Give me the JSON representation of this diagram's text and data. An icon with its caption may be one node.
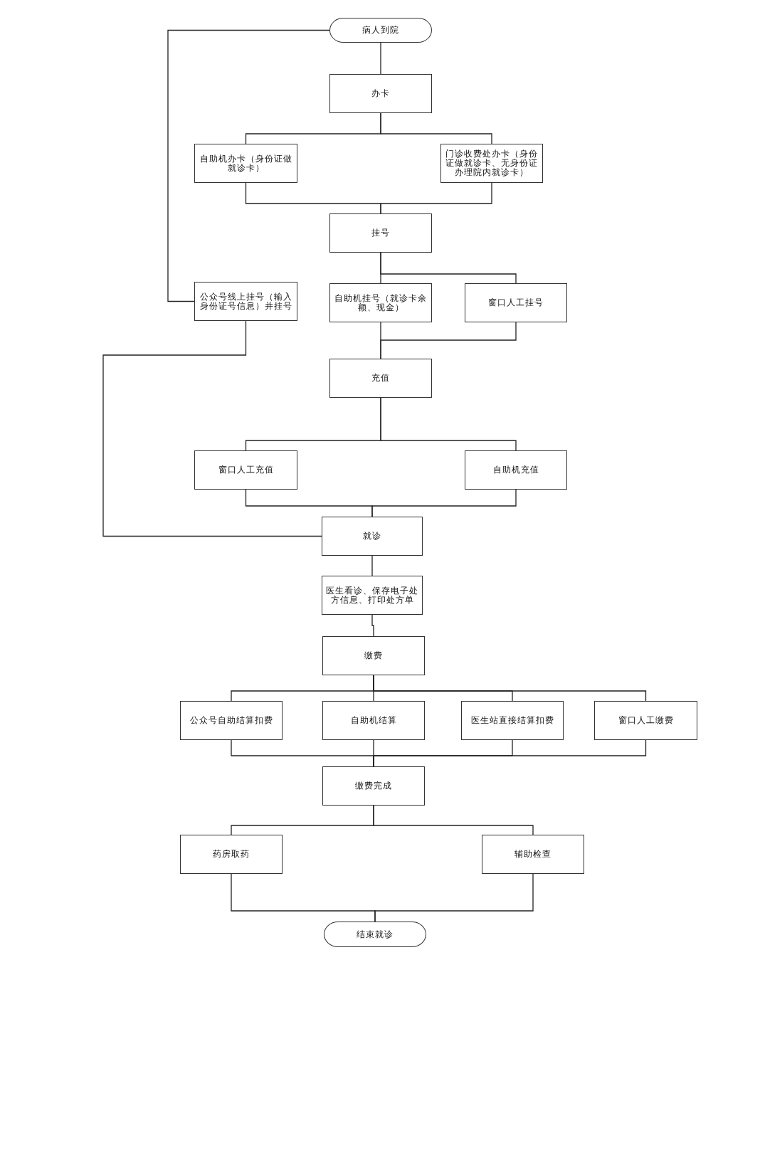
{
  "diagram": {
    "nodes": [
      {
        "text": [
          "病人到院"
        ]
      },
      {
        "text": [
          "办卡"
        ]
      },
      {
        "text": [
          "自助机办卡（身份证做就诊卡）"
        ]
      },
      {
        "text": [
          "门诊收费处办卡（身份证做就诊卡、无身份证办理院内就诊卡）"
        ]
      },
      {
        "text": [
          "挂号"
        ]
      },
      {
        "text": [
          "公众号线上挂号（输入身份证号信息）并挂号"
        ]
      },
      {
        "text": [
          "自助机挂号（就诊卡余额、现金）"
        ]
      },
      {
        "text": [
          "窗口人工挂号"
        ]
      },
      {
        "text": [
          "充值"
        ]
      },
      {
        "text": [
          "窗口人工充值"
        ]
      },
      {
        "text": [
          "自助机充值"
        ]
      },
      {
        "text": [
          "就诊"
        ]
      },
      {
        "text": [
          "医生看诊、保存电子处方信息、打印处方单"
        ]
      },
      {
        "text": [
          "缴费"
        ]
      },
      {
        "text": [
          "公众号自助结算扣费"
        ]
      },
      {
        "text": [
          "自助机结算"
        ]
      },
      {
        "text": [
          "医生站直接结算扣费"
        ]
      },
      {
        "text": [
          "窗口人工缴费"
        ]
      },
      {
        "text": [
          "缴费完成"
        ]
      },
      {
        "text": [
          "药房取药"
        ]
      },
      {
        "text": [
          "辅助检查"
        ]
      },
      {
        "text": [
          "结束就诊"
        ]
      }
    ],
    "edges": [
      {
        "from": 0,
        "to": 1,
        "arrow": "none"
      },
      {
        "from": 1,
        "to": 2,
        "arrow": "none"
      },
      {
        "from": 1,
        "to": 3,
        "arrow": "none"
      },
      {
        "from": 2,
        "to": 4,
        "arrow": "none"
      },
      {
        "from": 3,
        "to": 4,
        "arrow": "none"
      },
      {
        "from": 0,
        "to": 5,
        "arrow": "none"
      },
      {
        "from": 4,
        "to": 6,
        "arrow": "none"
      },
      {
        "from": 4,
        "to": 7,
        "arrow": "none"
      },
      {
        "from": 6,
        "to": 8,
        "arrow": "none"
      },
      {
        "from": 7,
        "to": 8,
        "arrow": "none"
      },
      {
        "from": 5,
        "to": 11,
        "arrow": "none"
      },
      {
        "from": 8,
        "to": 9,
        "arrow": "none"
      },
      {
        "from": 8,
        "to": 10,
        "arrow": "none"
      },
      {
        "from": 9,
        "to": 11,
        "arrow": "none"
      },
      {
        "from": 10,
        "to": 11,
        "arrow": "none"
      },
      {
        "from": 11,
        "to": 12,
        "arrow": "none"
      },
      {
        "from": 12,
        "to": 13,
        "arrow": "none"
      },
      {
        "from": 13,
        "to": 14,
        "arrow": "none"
      },
      {
        "from": 13,
        "to": 15,
        "arrow": "none"
      },
      {
        "from": 13,
        "to": 16,
        "arrow": "none"
      },
      {
        "from": 13,
        "to": 17,
        "arrow": "none"
      },
      {
        "from": 14,
        "to": 18,
        "arrow": "none"
      },
      {
        "from": 15,
        "to": 18,
        "arrow": "none"
      },
      {
        "from": 16,
        "to": 18,
        "arrow": "none"
      },
      {
        "from": 17,
        "to": 18,
        "arrow": "none"
      },
      {
        "from": 18,
        "to": 19,
        "arrow": "none"
      },
      {
        "from": 18,
        "to": 20,
        "arrow": "none"
      },
      {
        "from": 19,
        "to": 21,
        "arrow": "none"
      },
      {
        "from": 20,
        "to": 21,
        "arrow": "none"
      }
    ]
  }
}
